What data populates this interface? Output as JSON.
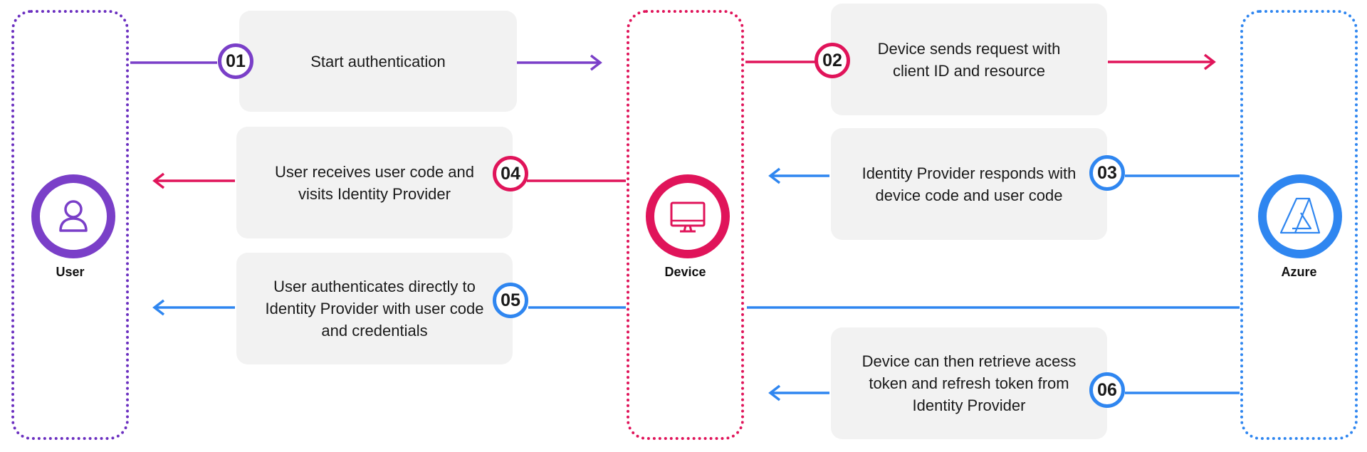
{
  "colors": {
    "user": "#7a3fc8",
    "device": "#e0145a",
    "azure": "#2f86f0",
    "box": "#f2f2f2"
  },
  "actors": [
    {
      "id": "user",
      "label": "User",
      "icon": "person-icon"
    },
    {
      "id": "device",
      "label": "Device",
      "icon": "monitor-icon"
    },
    {
      "id": "azure",
      "label": "Azure",
      "icon": "azure-logo-icon"
    }
  ],
  "steps": [
    {
      "num": "01",
      "text": "Start authentication",
      "color": "#7a3fc8"
    },
    {
      "num": "02",
      "text": "Device sends request with client ID and resource",
      "color": "#e0145a"
    },
    {
      "num": "03",
      "text": "Identity Provider responds with device code and user code",
      "color": "#2f86f0"
    },
    {
      "num": "04",
      "text": "User receives user code and visits Identity Provider",
      "color": "#e0145a"
    },
    {
      "num": "05",
      "text": "User authenticates directly to Identity Provider with user code and credentials",
      "color": "#2f86f0"
    },
    {
      "num": "06",
      "text": "Device can then retrieve acess token and refresh token from Identity Provider",
      "color": "#2f86f0"
    }
  ]
}
